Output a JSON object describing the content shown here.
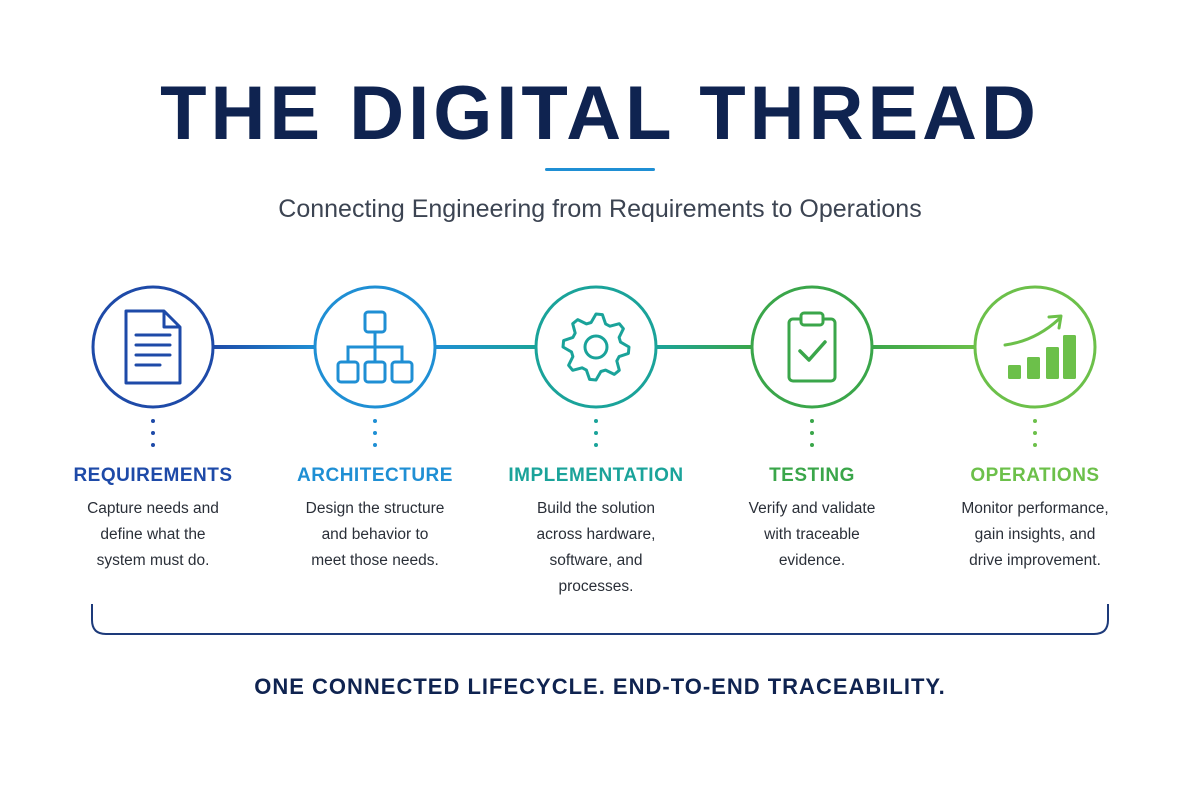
{
  "title": "THE DIGITAL THREAD",
  "subtitle": "Connecting Engineering from Requirements to Operations",
  "footer": "ONE CONNECTED LIFECYCLE. END-TO-END TRACEABILITY.",
  "colors": {
    "title": "#0f2350",
    "underline": "#1f8fd4",
    "bracket": "#1d3a7a"
  },
  "stages": [
    {
      "label": "REQUIREMENTS",
      "desc_lines": [
        "Capture needs and",
        "define what the",
        "system must do."
      ],
      "icon": "document-icon",
      "color": "#1e4aa8"
    },
    {
      "label": "ARCHITECTURE",
      "desc_lines": [
        "Design the structure",
        "and behavior to",
        "meet those needs."
      ],
      "icon": "hierarchy-icon",
      "color": "#1f8fd4"
    },
    {
      "label": "IMPLEMENTATION",
      "desc_lines": [
        "Build the solution",
        "across hardware,",
        "software, and",
        "processes."
      ],
      "icon": "gear-icon",
      "color": "#1aa39a"
    },
    {
      "label": "TESTING",
      "desc_lines": [
        "Verify and validate",
        "with traceable",
        "evidence."
      ],
      "icon": "clipboard-check-icon",
      "color": "#3aa64a"
    },
    {
      "label": "OPERATIONS",
      "desc_lines": [
        "Monitor performance,",
        "gain insights, and",
        "drive improvement."
      ],
      "icon": "growth-chart-icon",
      "color": "#6cc04a"
    }
  ]
}
